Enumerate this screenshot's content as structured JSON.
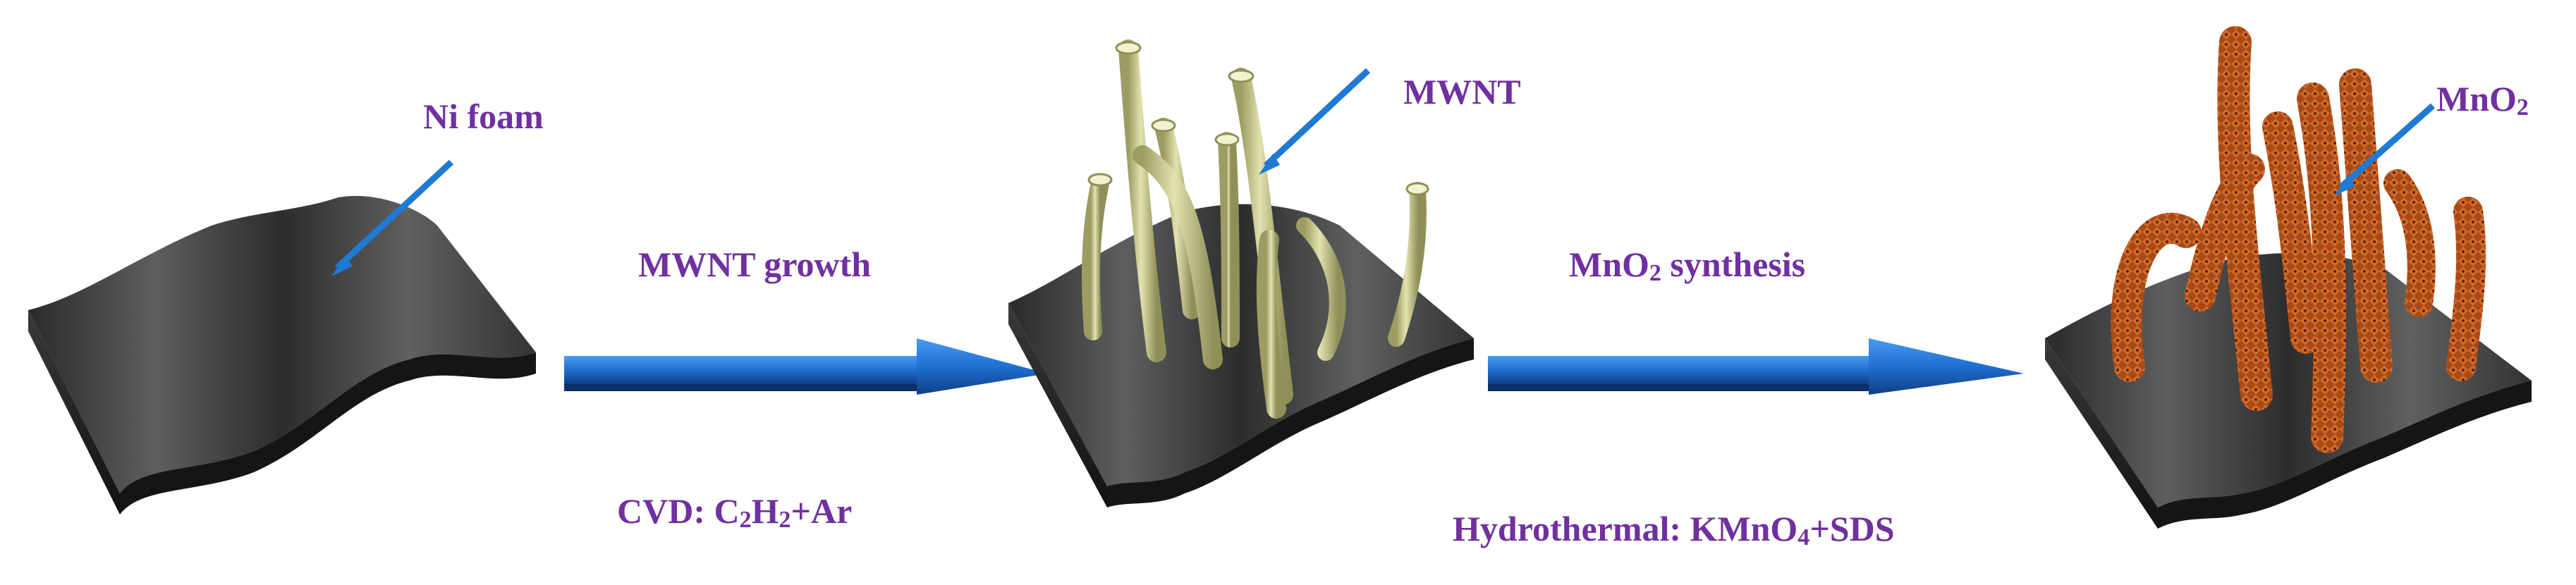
{
  "colors": {
    "label": "#7030a0",
    "arrow_blue": "#1f6fd0",
    "foam_dark": "#2b2b2b",
    "foam_light": "#5a5a5a",
    "nanotube": "#c8c98e",
    "mno2": "#b5521b",
    "pointer": "#1e7ad2"
  },
  "labels": {
    "ni_foam": "Ni foam",
    "mwnt": "MWNT",
    "mno2_prefix": "MnO",
    "mno2_sub": "2",
    "mwnt_growth": "MWNT growth",
    "cvd_prefix": "CVD: C",
    "cvd_sub1": "2",
    "cvd_mid": "H",
    "cvd_sub2": "2",
    "cvd_suffix": "+Ar",
    "synth_prefix": "MnO",
    "synth_sub": "2",
    "synth_suffix": " synthesis",
    "hydro_prefix": "Hydrothermal: KMnO",
    "hydro_sub": "4",
    "hydro_suffix": "+SDS"
  },
  "icons": {
    "foam": "ni-foam-sheet",
    "nanotubes": "mwnt-array",
    "coated": "mno2-coated-array",
    "process_arrow": "right-arrow",
    "pointer_arrow": "pointer-arrow"
  }
}
